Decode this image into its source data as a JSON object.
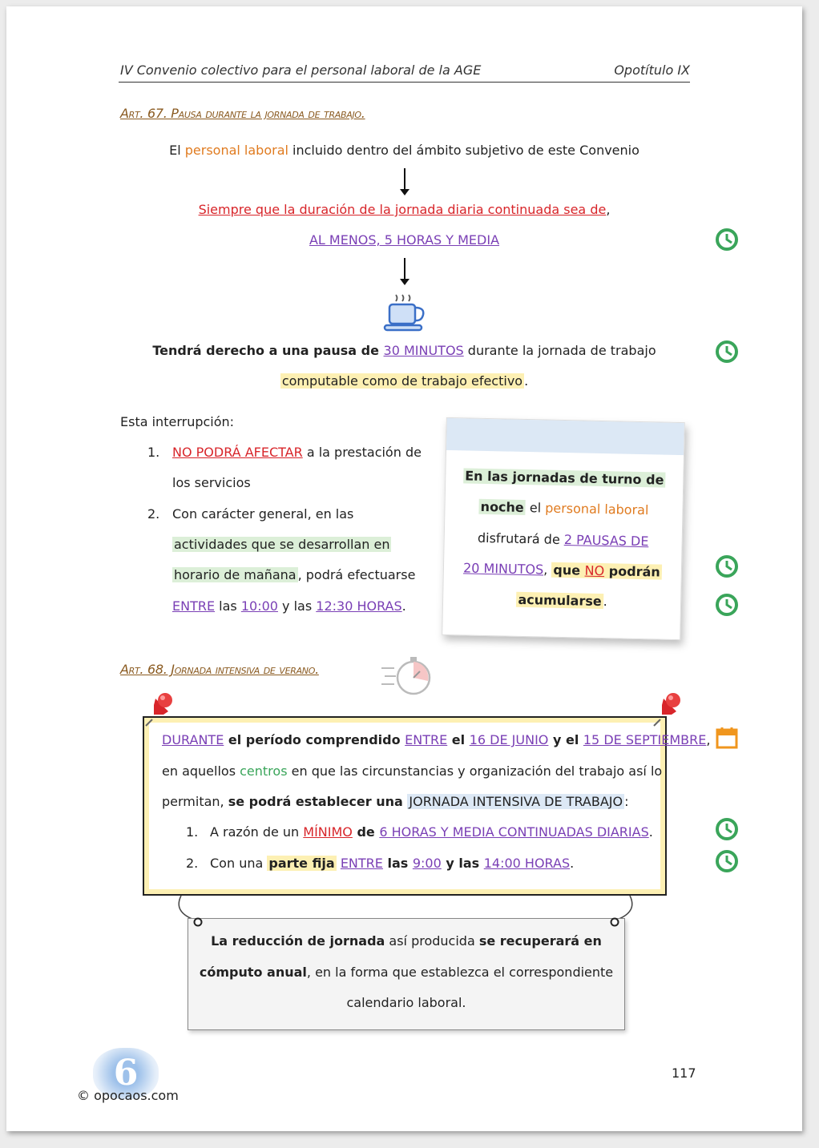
{
  "header": {
    "left": "IV Convenio colectivo para el personal laboral de la AGE",
    "right": "Opotítulo IX"
  },
  "art67": {
    "title": "Art. 67. Pausa durante la jornada de trabajo.",
    "l1_a": "El ",
    "l1_b": "personal laboral",
    "l1_c": " incluido dentro del ámbito subjetivo de este Convenio",
    "l2": "Siempre que la duración de la jornada diaria continuada sea de",
    "l2_comma": ",",
    "l3": "AL MENOS, 5 HORAS Y MEDIA",
    "l4_a": "Tendrá derecho a una pausa de ",
    "l4_b": "30 MINUTOS",
    "l4_c": " durante la jornada de trabajo",
    "l5": "computable como de trabajo efectivo",
    "l5_dot": ".",
    "intro": "Esta interrupción:",
    "i1_num": "1.",
    "i1_a": "NO PODRÁ AFECTAR",
    "i1_b": " a la prestación de",
    "i1_c": "los servicios",
    "i2_num": "2.",
    "i2_a": "Con carácter general, en las",
    "i2_b": "actividades que se desarrollan en",
    "i2_c": "horario de mañana",
    "i2_d": ", podrá efectuarse",
    "i2_e": "ENTRE",
    "i2_f": " las ",
    "i2_g": "10:00",
    "i2_h": " y las ",
    "i2_i": "12:30 HORAS",
    "i2_j": "."
  },
  "note": {
    "n1": "En las jornadas de turno de",
    "n2_a": "noche",
    "n2_b": " el ",
    "n2_c": "personal laboral",
    "n3_a": "disfrutará",
    "n3_b": " de ",
    "n3_c": "2 PAUSAS DE",
    "n4_a": "20 MINUTOS",
    "n4_b": ", ",
    "n4_c": "que ",
    "n4_d": "NO",
    "n4_e": " podrán",
    "n5": "acumularse",
    "n5_dot": "."
  },
  "art68": {
    "title": "Art. 68. Jornada intensiva de verano.",
    "p1_a": "DURANTE",
    "p1_b": " el período comprendido ",
    "p1_c": "ENTRE",
    "p1_d": " el ",
    "p1_e": "16 DE JUNIO",
    "p1_f": " y el ",
    "p1_g": "15 DE SEPTIEMBRE",
    "p1_h": ",",
    "p2_a": "en aquellos ",
    "p2_b": "centros",
    "p2_c": " en que las circunstancias y organización del trabajo así lo",
    "p3_a": "permitan, ",
    "p3_b": "se podrá establecer una ",
    "p3_c": "JORNADA INTENSIVA DE TRABAJO",
    "p3_d": ":",
    "q1_num": "1.",
    "q1_a": "A razón de un ",
    "q1_b": "MÍNIMO",
    "q1_c": " de ",
    "q1_d": "6 HORAS Y MEDIA CONTINUADAS DIARIAS",
    "q1_e": ".",
    "q2_num": "2.",
    "q2_a": "Con una ",
    "q2_b": "parte fija",
    "q2_c": " ",
    "q2_d": "ENTRE",
    "q2_e": " las ",
    "q2_f": "9:00",
    "q2_g": " y las ",
    "q2_h": "14:00 HORAS",
    "q2_i": ".",
    "h1_a": "La reducción de jornada",
    "h1_b": " así producida ",
    "h1_c": "se recuperará en",
    "h2_a": "cómputo anual",
    "h2_b": ", en la forma que establezca el correspondiente",
    "h3": "calendario laboral."
  },
  "footer": {
    "page_number": "117",
    "copyright": "© opocaos.com",
    "logo_glyph": "6"
  },
  "colors": {
    "orange": "#e07b20",
    "red": "#d8252a",
    "purple": "#7a3fb5",
    "green": "#3aa55a",
    "yellow_hl": "#fdf0b3"
  },
  "icons": [
    "clock-icon",
    "coffee-cup-icon",
    "calendar-icon",
    "pushpin-icon",
    "timer-icon"
  ]
}
